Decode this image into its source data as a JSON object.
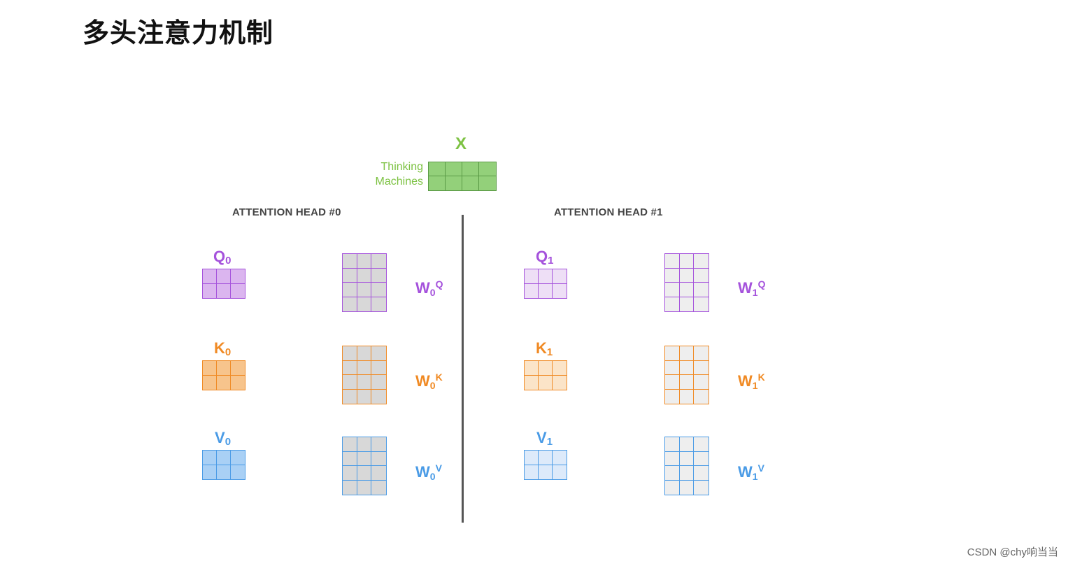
{
  "title": "多头注意力机制",
  "input": {
    "label": "X",
    "tokens": [
      "Thinking",
      "Machines"
    ],
    "color": "#7dc243",
    "fill": "#93d07a"
  },
  "heads": [
    {
      "title": "ATTENTION HEAD #0",
      "index": "0",
      "projections": [
        {
          "name": "Q",
          "weight": "W",
          "sup": "Q",
          "color": "#a552dc",
          "fill": "#dbb5ef",
          "wfill": "#d8d8d8"
        },
        {
          "name": "K",
          "weight": "W",
          "sup": "K",
          "color": "#f08a24",
          "fill": "#f7c48c",
          "wfill": "#d8d8d8"
        },
        {
          "name": "V",
          "weight": "W",
          "sup": "V",
          "color": "#4a9be6",
          "fill": "#a9d0f5",
          "wfill": "#d8d8d8"
        }
      ]
    },
    {
      "title": "ATTENTION HEAD #1",
      "index": "1",
      "projections": [
        {
          "name": "Q",
          "weight": "W",
          "sup": "Q",
          "color": "#a552dc",
          "fill": "#eedff6",
          "wfill": "#eeeeee"
        },
        {
          "name": "K",
          "weight": "W",
          "sup": "K",
          "color": "#f08a24",
          "fill": "#fbe4c8",
          "wfill": "#eeeeee"
        },
        {
          "name": "V",
          "weight": "W",
          "sup": "V",
          "color": "#4a9be6",
          "fill": "#ddeafa",
          "wfill": "#eeeeee"
        }
      ]
    }
  ],
  "watermark": "CSDN @chy响当当"
}
